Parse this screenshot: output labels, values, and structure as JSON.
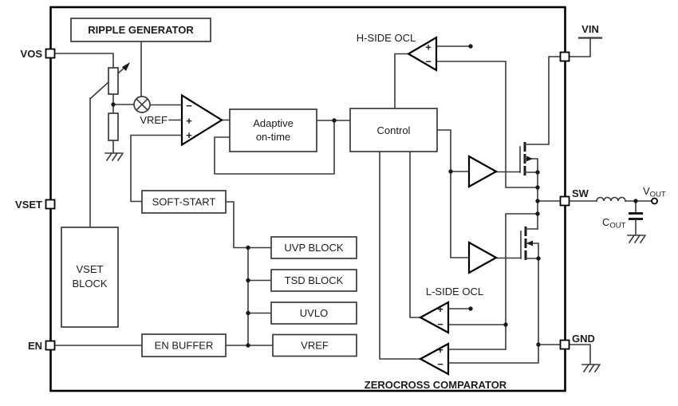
{
  "pins": {
    "vos": "VOS",
    "vset": "VSET",
    "en": "EN",
    "vin": "VIN",
    "sw": "SW",
    "gnd": "GND"
  },
  "blocks": {
    "ripple_generator": "RIPPLE GENERATOR",
    "vset_block": {
      "line1": "VSET",
      "line2": "BLOCK"
    },
    "soft_start": "SOFT-START",
    "en_buffer": "EN BUFFER",
    "uvp_block": "UVP BLOCK",
    "tsd_block": "TSD BLOCK",
    "uvlo": "UVLO",
    "vref": "VREF",
    "adaptive_on_time": {
      "line1": "Adaptive",
      "line2": "on-time"
    },
    "control": "Control"
  },
  "comparators": {
    "h_side_ocl": "H-SIDE OCL",
    "l_side_ocl": "L-SIDE OCL",
    "zerocross": "ZEROCROSS COMPARATOR",
    "vref_label": "VREF",
    "plus": "+",
    "minus": "−"
  },
  "output": {
    "vout_main": "V",
    "vout_sub": "OUT",
    "cout_main": "C",
    "cout_sub": "OUT"
  }
}
